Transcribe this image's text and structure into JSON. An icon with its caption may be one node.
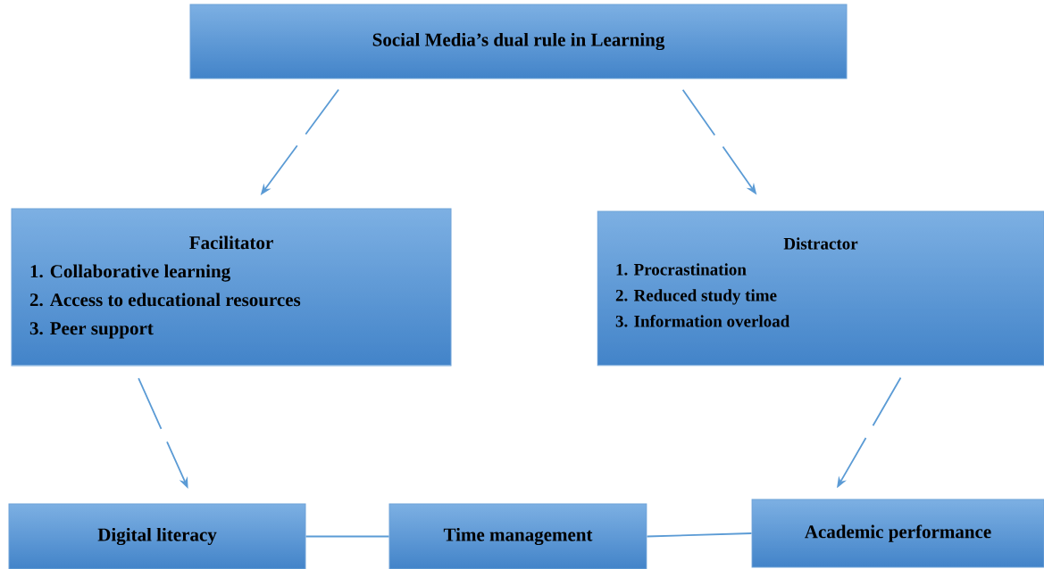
{
  "diagram": {
    "nodes": [
      {
        "text": [
          "Social Media’s dual rule in Learning"
        ]
      },
      {
        "text": [
          "Facilitator",
          "1. Collaborative learning",
          "2. Access to educational resources",
          "3. Peer support"
        ]
      },
      {
        "text": [
          "Distractor",
          "1. Procrastination",
          "2. Reduced study time",
          "3. Information overload"
        ]
      },
      {
        "text": [
          "Digital literacy"
        ]
      },
      {
        "text": [
          "Time management"
        ]
      },
      {
        "text": [
          "Academic performance"
        ]
      }
    ],
    "edges": [
      {
        "from": 0,
        "to": 1,
        "arrow": "to",
        "style": "dashed"
      },
      {
        "from": 0,
        "to": 2,
        "arrow": "to",
        "style": "dashed"
      },
      {
        "from": 1,
        "to": 3,
        "arrow": "to",
        "style": "dashed"
      },
      {
        "from": 2,
        "to": 5,
        "arrow": "to",
        "style": "dashed"
      },
      {
        "from": 3,
        "to": 4,
        "arrow": "none"
      },
      {
        "from": 4,
        "to": 5,
        "arrow": "none"
      }
    ]
  }
}
